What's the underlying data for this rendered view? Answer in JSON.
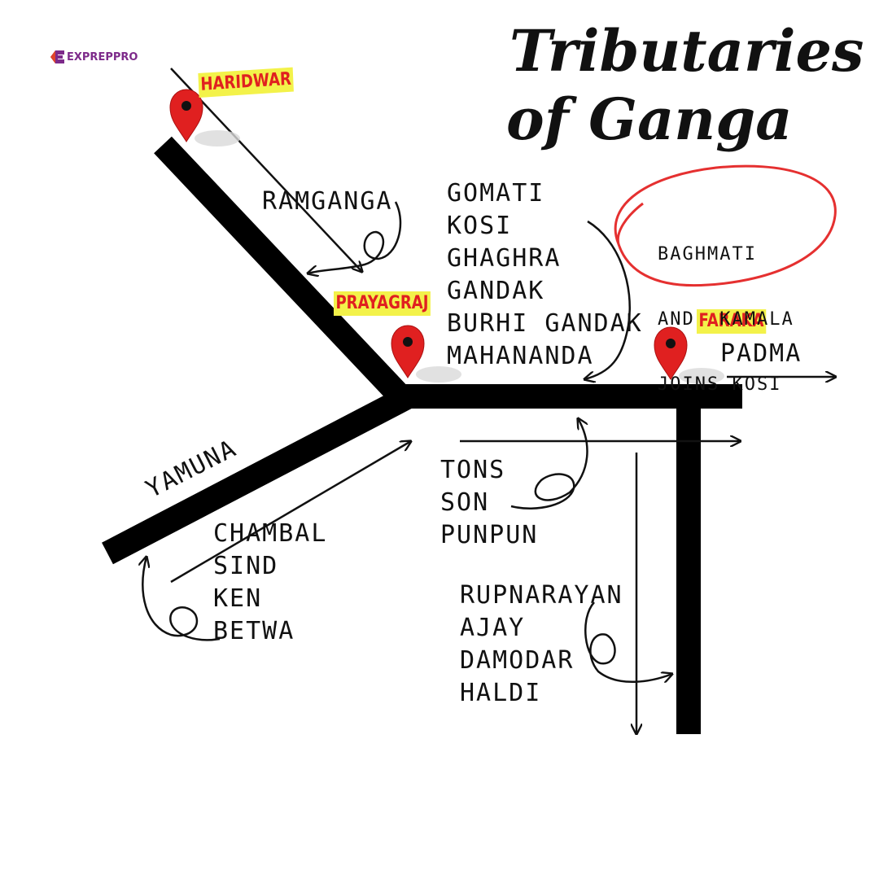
{
  "logo": {
    "text": "EXPREPPRO",
    "icon": "logo-e-icon",
    "color": "#7d2a8a"
  },
  "title": {
    "line1": "Tributaries",
    "line2": "of Ganga"
  },
  "places": {
    "haridwar": "HARIDWAR",
    "prayagraj": "PRAYAGRAJ",
    "faraka": "FARAKA"
  },
  "rivers": {
    "ramganga": "RAMGANGA",
    "yamuna": "YAMUNA",
    "padma": "PADMA"
  },
  "north_tributaries": [
    "GOMATI",
    "KOSI",
    "GHAGHRA",
    "GANDAK",
    "BURHI GANDAK",
    "MAHANANDA"
  ],
  "note": [
    "BAGHMATI",
    "AND  KAMALA",
    "JOINS KOSI"
  ],
  "south_tributaries": [
    "TONS",
    "SON",
    "PUNPUN"
  ],
  "yamuna_tributaries": [
    "CHAMBAL",
    "SIND",
    "KEN",
    "BETWA"
  ],
  "bengal_tributaries": [
    "RUPNARAYAN",
    "AJAY",
    "DAMODAR",
    "HALDI"
  ],
  "colors": {
    "river": "#000000",
    "tag_bg": "#f3f24a",
    "tag_text": "#e02020",
    "pin": "#e02020",
    "note_circle": "#e53030"
  }
}
